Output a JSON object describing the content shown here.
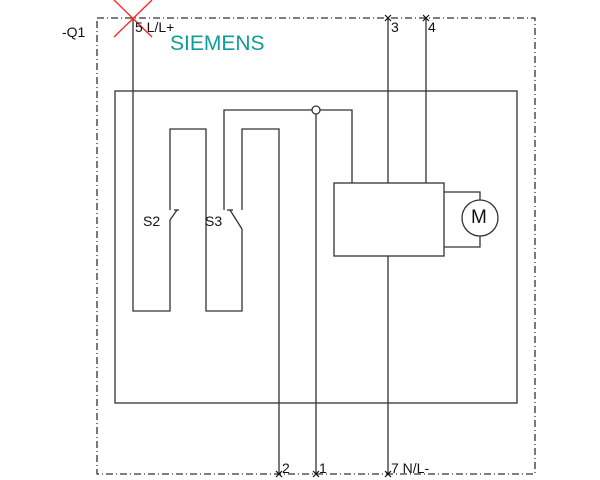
{
  "device_label": "-Q1",
  "brand": "SIEMENS",
  "colors": {
    "brand": "#109b9b",
    "line": "#333333",
    "cross": "#ff2020"
  },
  "terminals": {
    "t5": "5 L/L+",
    "t3": "3",
    "t4": "4",
    "t2": "2",
    "t1": "1",
    "t7": "7 N/L-"
  },
  "switches": {
    "s2": "S2",
    "s3": "S3"
  },
  "motor": "M"
}
